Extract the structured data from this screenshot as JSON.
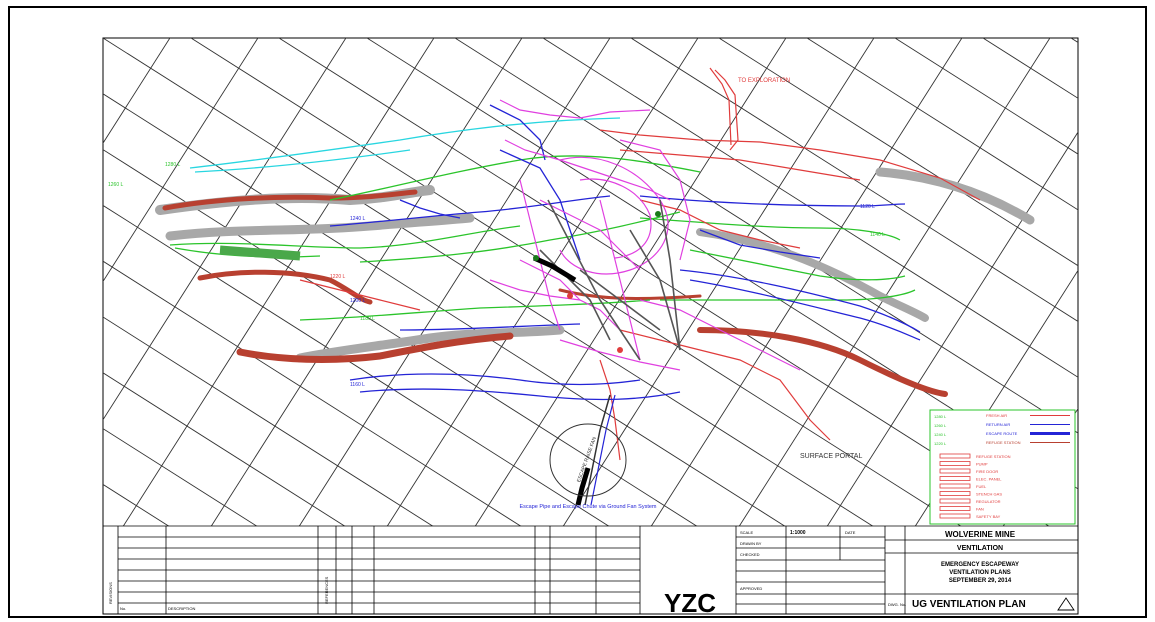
{
  "map": {
    "labels": {
      "exploration": "TO EXPLORATION",
      "surface_portal": "SURFACE PORTAL",
      "fan_note": "Escape Pipe and Escape Chute via Ground Fan System",
      "fan_circle_note": "ESCAPE RAISE FAN"
    },
    "level_labels": [
      "1280 L",
      "1260 L",
      "1240 L",
      "1220 L",
      "1200 L",
      "1180 L",
      "1160 L",
      "1140 L",
      "1120 L"
    ]
  },
  "legend": {
    "right_items": [
      "FRESH AIR",
      "RETURN AIR",
      "ESCAPE ROUTE",
      "REFUGE STATION"
    ],
    "red_items": [
      "REFUGE STATION",
      "PUMP",
      "FIRE DOOR",
      "ELEC. PANEL",
      "FUEL",
      "STENCH GAS",
      "REGULATOR",
      "FAN",
      "SAFETY BAY"
    ],
    "colors": {
      "green": "#2bc42b",
      "red": "#e03c3c",
      "blue": "#2424d6",
      "pink": "#e040e0",
      "cyan": "#29d6e0",
      "grey": "#a8a8a8",
      "darkred": "#b84030"
    }
  },
  "title_block": {
    "company": "YZC",
    "mine_name": "WOLVERINE MINE",
    "section": "VENTILATION",
    "drawing_title_lines": [
      "EMERGENCY ESCAPEWAY",
      "VENTILATION PLANS",
      "SEPTEMBER 29, 2014"
    ],
    "drawing_number": "UG VENTILATION PLAN",
    "scale_label": "SCALE",
    "scale_value": "1:1000",
    "date_label": "DATE",
    "drawn_label": "DRAWN BY",
    "checked_label": "CHECKED",
    "approved_label": "APPROVED",
    "revisions_label": "REVISIONS",
    "references_label": "REFERENCES",
    "description_label": "DESCRIPTION",
    "no_label": "No.",
    "dwg_no_label": "DWG. No."
  }
}
